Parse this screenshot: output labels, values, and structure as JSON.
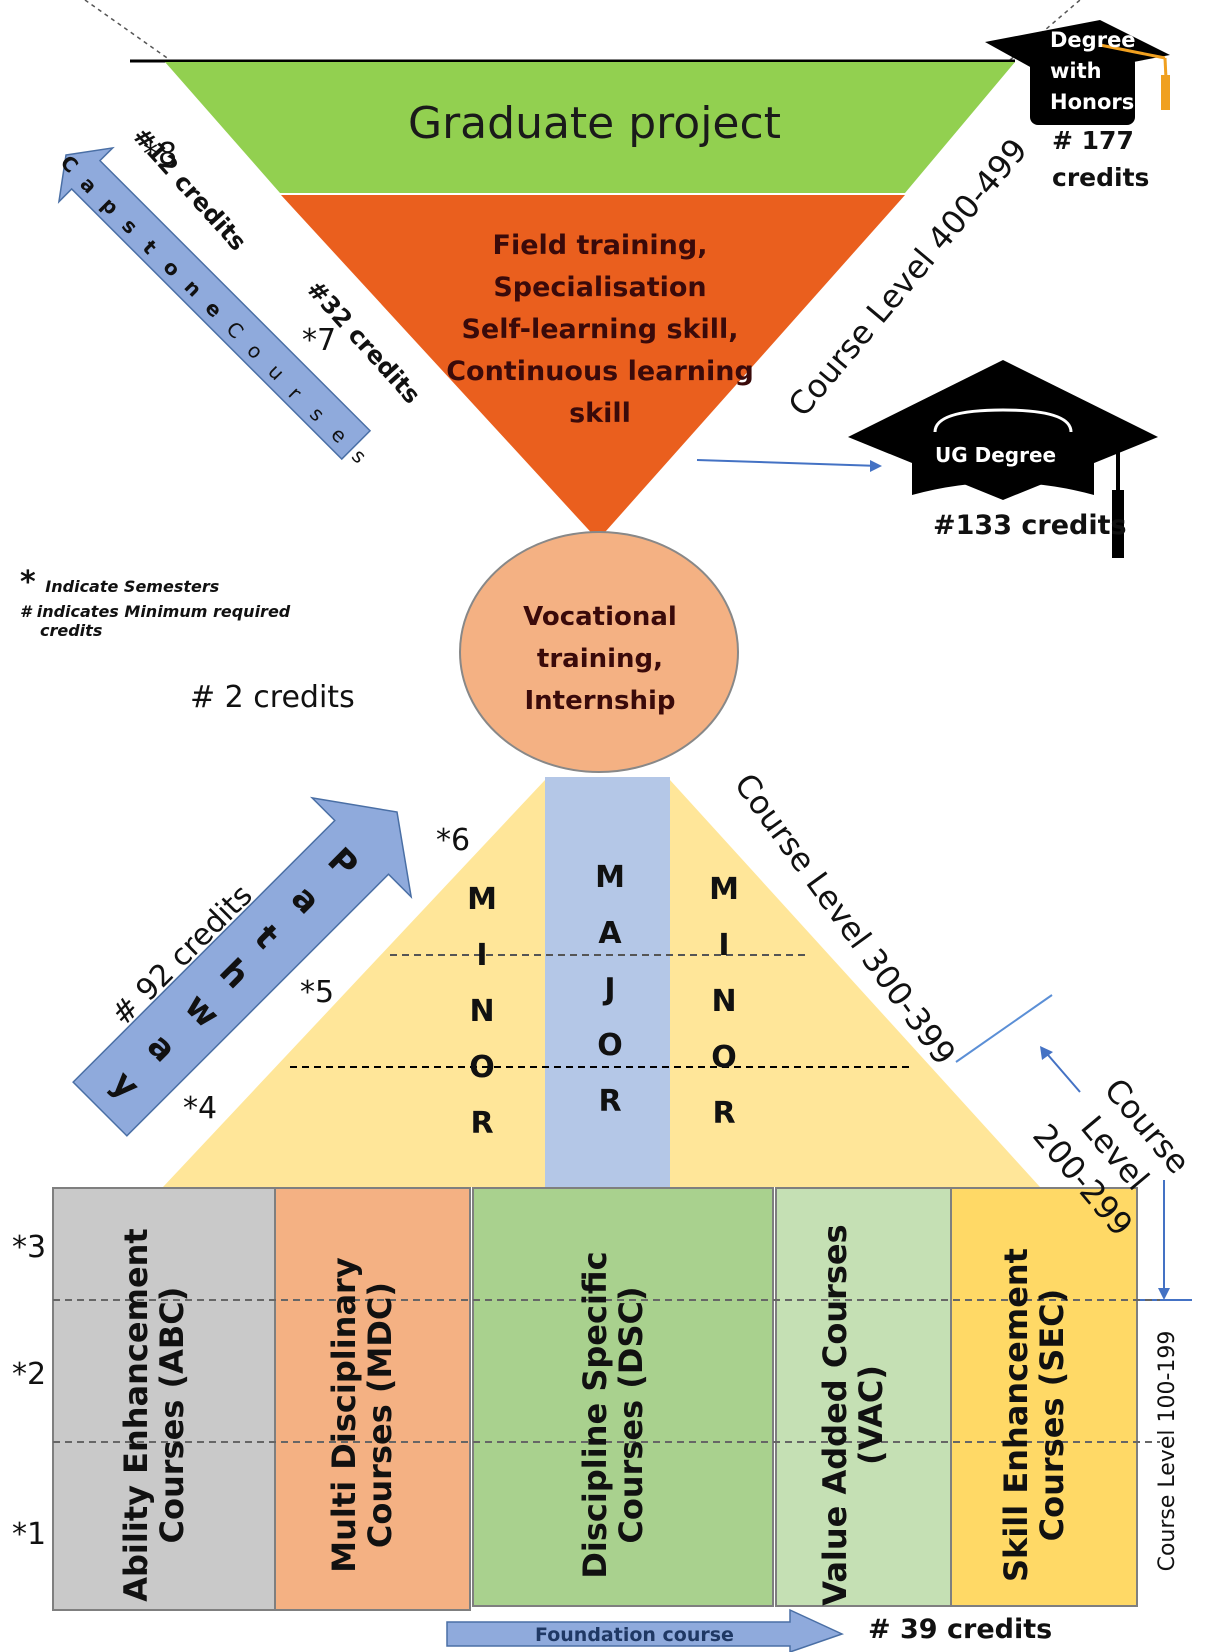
{
  "graduate_project": {
    "title": "Graduate project",
    "credits": "#12 credits",
    "semester": "*8"
  },
  "specialisation": {
    "lines": [
      "Field training,",
      "Specialisation",
      "Self-learning  skill,",
      "Continuous  learning",
      "skill"
    ],
    "credits": "#32 credits",
    "semester": "*7"
  },
  "honors": {
    "cap_lines": [
      "Degree",
      "with",
      "Honors"
    ],
    "credits_line1": "# 177",
    "credits_line2": "credits"
  },
  "ug_degree": {
    "cap_label": "UG Degree",
    "credits": "#133 credits"
  },
  "course_levels": {
    "level_400": "Course Level 400-499",
    "level_300": "Course Level 300-399",
    "level_200_lines": [
      "Course",
      "Level",
      "200-299"
    ],
    "level_100": "Course Level 100-199"
  },
  "capstone": {
    "letters": [
      "C",
      "a",
      "p",
      "s",
      "t",
      "o",
      "n",
      "e",
      "C",
      "o",
      "u",
      "r",
      "s",
      "e",
      "s"
    ]
  },
  "legend": {
    "star_symbol": "*",
    "star_text": "Indicate Semesters",
    "hash_line1": "# indicates Minimum  required",
    "hash_line2": "credits"
  },
  "vocational": {
    "lines": [
      "Vocational",
      "training,",
      "Internship"
    ],
    "credits": "# 2 credits"
  },
  "pathway": {
    "letters": [
      "P",
      "a",
      "t",
      "h",
      "w",
      "a",
      "y"
    ],
    "credits": "# 92 credits"
  },
  "semesters": {
    "s6": "*6",
    "s5": "*5",
    "s4": "*4",
    "s3": "*3",
    "s2": "*2",
    "s1": "*1"
  },
  "pyramid": {
    "minor_letters": [
      "M",
      "I",
      "N",
      "O",
      "R"
    ],
    "major_letters": [
      "M",
      "A",
      "J",
      "O",
      "R"
    ]
  },
  "foundation_columns": [
    {
      "line1": "Ability Enhancement",
      "line2": "Courses (ABC)",
      "color": "#c9c9c9"
    },
    {
      "line1": "Multi Disciplinary",
      "line2": "Courses (MDC)",
      "color": "#f4b183"
    },
    {
      "line1": "Discipline Specific",
      "line2": "Courses (DSC)",
      "color": "#a9d18e"
    },
    {
      "line1": "Value Added Courses",
      "line2": "(VAC)",
      "color": "#c5e0b4"
    },
    {
      "line1": "Skill Enhancement",
      "line2": "Courses (SEC)",
      "color": "#ffd966"
    }
  ],
  "foundation": {
    "arrow_label": "Foundation course",
    "credits": "# 39 credits"
  },
  "colors": {
    "green": "#92d050",
    "orange": "#ea5f1e",
    "blue": "#8faadc",
    "yellow": "#ffe699",
    "major": "#b4c7e7",
    "circle": "#f4b183"
  }
}
